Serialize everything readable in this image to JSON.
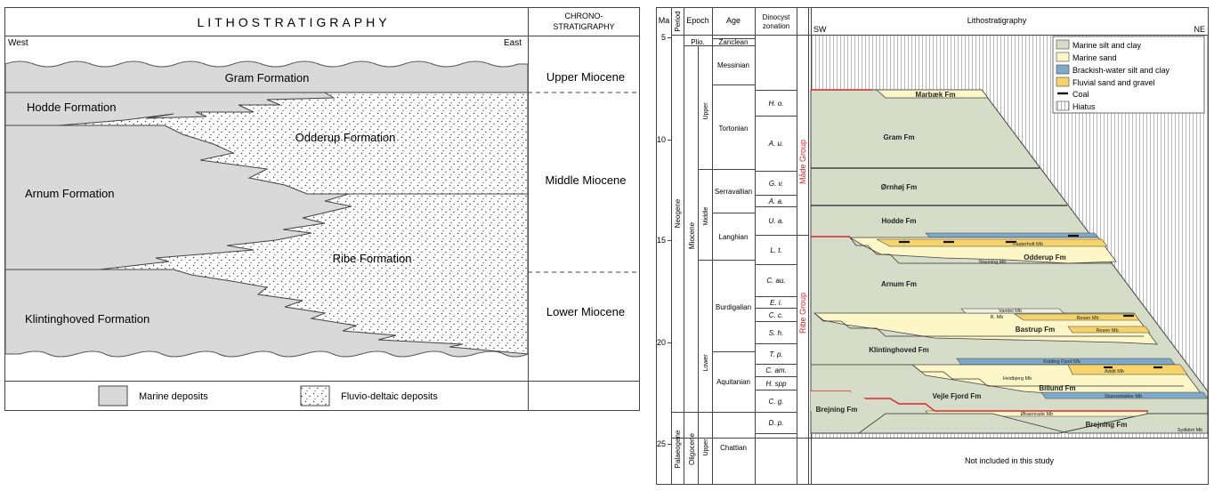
{
  "left": {
    "title": "LITHOSTRATIGRAPHY",
    "chrono_title_line1": "CHRONO-",
    "chrono_title_line2": "STRATIGRAPHY",
    "west": "West",
    "east": "East",
    "formations": {
      "gram": "Gram Formation",
      "hodde": "Hodde Formation",
      "odderup": "Odderup Formation",
      "arnum": "Arnum Formation",
      "ribe": "Ribe Formation",
      "klintinghoved": "Klintinghoved Formation"
    },
    "chrono": {
      "upper": "Upper Miocene",
      "middle": "Middle Miocene",
      "lower": "Lower Miocene"
    },
    "legend": {
      "marine": "Marine deposits",
      "fluvio": "Fluvio-deltaic deposits"
    },
    "colors": {
      "marine": "#d9d9d9",
      "fluvio": "#ffffff"
    }
  },
  "right": {
    "headers": {
      "ma": "Ma",
      "period": "Period",
      "epoch": "Epoch",
      "age": "Age",
      "dino_line1": "Dinocyst",
      "dino_line2": "zonation",
      "litho": "Lithostratigraphy",
      "sw": "SW",
      "ne": "NE"
    },
    "ma_ticks": [
      "5",
      "10",
      "15",
      "20",
      "25"
    ],
    "periods": {
      "neogene": "Neogene",
      "palaeogene": "Palaeogene"
    },
    "epochs": {
      "plio": "Plio.",
      "miocene": "Miocene",
      "oligocene": "Oligocene"
    },
    "subepochs": {
      "upper": "Upper",
      "middle": "Middle",
      "lower": "Lower",
      "olig_upper": "Upper"
    },
    "ages": {
      "zanclean": "Zanclean",
      "messinian": "Messinian",
      "tortonian": "Tortonian",
      "serravallian": "Serravallian",
      "langhian": "Langhian",
      "burdigalian": "Burdigalian",
      "aquitanian": "Aquitanian",
      "chattian": "Chattian"
    },
    "dinocysts": {
      "ho": "H. o.",
      "au": "A. u.",
      "gv": "G. v.",
      "aa": "A. a.",
      "ua": "U. a.",
      "lt": "L. t.",
      "cau": "C. au.",
      "ei": "E. i.",
      "cc": "C. c.",
      "sh": "S. h.",
      "tp": "T. p.",
      "cam": "C. am.",
      "hspp": "H. spp",
      "cg": "C. g.",
      "dp": "D. p."
    },
    "groups": {
      "maade": "Måde Group",
      "ribe": "Ribe Group"
    },
    "formations": {
      "marbaek": "Marbæk Fm",
      "gram": "Gram Fm",
      "ornhoj": "Ørnhøj Fm",
      "hodde": "Hodde Fm",
      "odderup": "Odderup Fm",
      "arnum": "Arnum Fm",
      "bastrup": "Bastrup Fm",
      "klintinghoved": "Klintinghoved Fm",
      "billund": "Billund Fm",
      "vejle": "Vejle Fjord Fm",
      "brejning_left": "Brejning Fm",
      "brejning_right": "Brejning Fm"
    },
    "members": {
      "fasterholt": "Fasterholt Mb",
      "stauning": "Stauning Mb",
      "vandel": "Vandel Mb",
      "r": "R. Mb",
      "resen1": "Resen Mb",
      "resen2": "Resen Mb",
      "kolding": "Kolding Fjord Mb",
      "addit": "Addit Mb",
      "hvidbjerg": "Hvidbjerg Mb",
      "skansebakke": "Skansebakke Mb",
      "okaenrade": "Økaenrade Mb",
      "sydklint": "Sydklint Mb"
    },
    "legend": {
      "marine_silt": "Marine silt and clay",
      "marine_sand": "Marine sand",
      "brackish": "Brackish-water silt and clay",
      "fluvial": "Fluvial sand and gravel",
      "coal": "Coal",
      "hiatus": "Hiatus"
    },
    "not_included": "Not included in this study",
    "colors": {
      "marine_silt": "#d5dcc8",
      "marine_sand": "#fdf6c7",
      "brackish": "#7fa9c9",
      "fluvial": "#f6d36a",
      "boundary": "#d9262a"
    }
  }
}
